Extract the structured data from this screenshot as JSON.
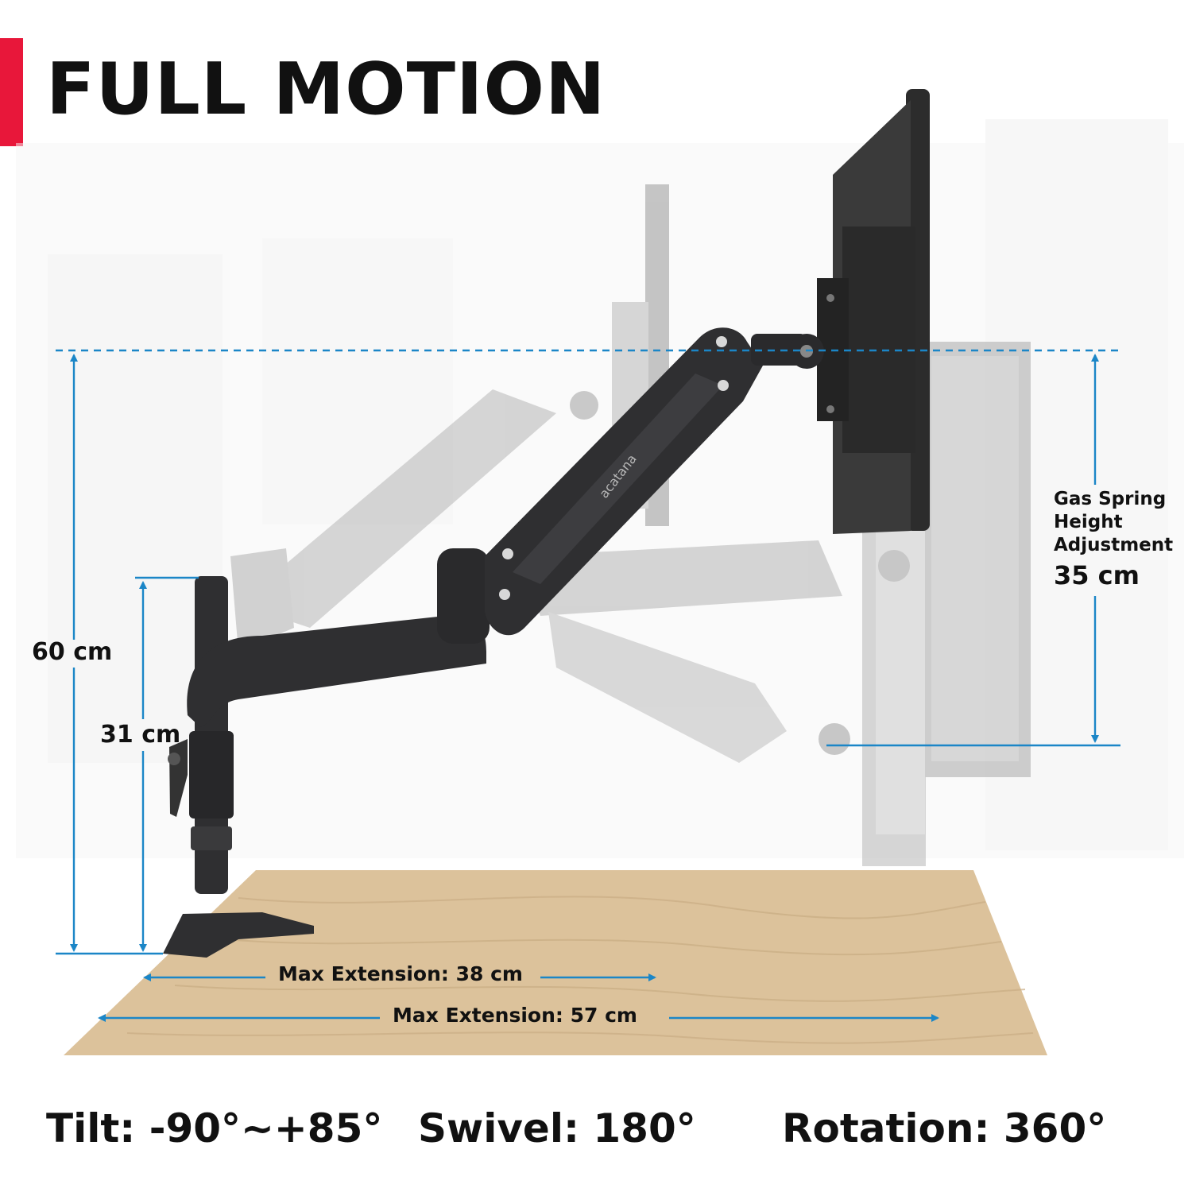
{
  "header": {
    "title": "FULL MOTION",
    "accent_color": "#e8173a"
  },
  "dimensions": {
    "overall_height": "60 cm",
    "pole_height": "31 cm",
    "gas_spring_label": [
      "Gas Spring",
      "Height",
      "Adjustment"
    ],
    "gas_spring_value": "35 cm",
    "max_extension_short": "Max Extension: 38 cm",
    "max_extension_long": "Max Extension: 57 cm"
  },
  "brand": {
    "logo_text": "acatana"
  },
  "specs": {
    "tilt": "Tilt: -90°~+85°",
    "swivel": "Swivel: 180°",
    "rotation": "Rotation: 360°"
  },
  "colors": {
    "dimension_line": "#1b86c7",
    "desk": "#dcc29b",
    "arm": "#2f2f31",
    "ghost": "#c6c6c6"
  }
}
